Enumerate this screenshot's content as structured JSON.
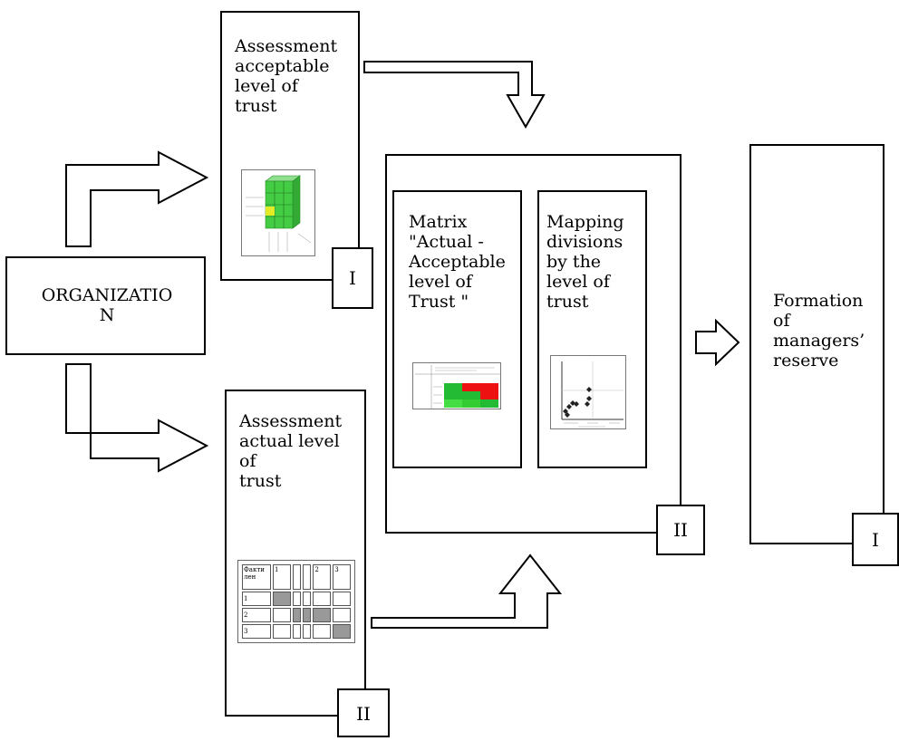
{
  "organization": {
    "label": "ORGANIZATIO\nN"
  },
  "acceptable_box": {
    "title": "Assessment\nacceptable\nlevel of\ntrust",
    "tag": "I"
  },
  "actual_box": {
    "title": "Assessment\nactual level\nof\ntrust",
    "tag": "II",
    "table_header": [
      "Факти\nлен",
      "1",
      "",
      "",
      "2",
      "3"
    ],
    "table_rows": [
      "1",
      "2",
      "3"
    ]
  },
  "matrix_box": {
    "title": "Matrix\n\"Actual -\nAcceptable\nlevel of\nTrust \""
  },
  "mapping_box": {
    "title": "Mapping\ndivisions\nby the\nlevel of\ntrust"
  },
  "center_tag": "II",
  "formation_box": {
    "title": "Formation\nof\nmanagers’\nreserve",
    "tag": "I"
  },
  "colors": {
    "green": "#22bb33",
    "red": "#ee1111",
    "grey_cell": "#999999"
  }
}
